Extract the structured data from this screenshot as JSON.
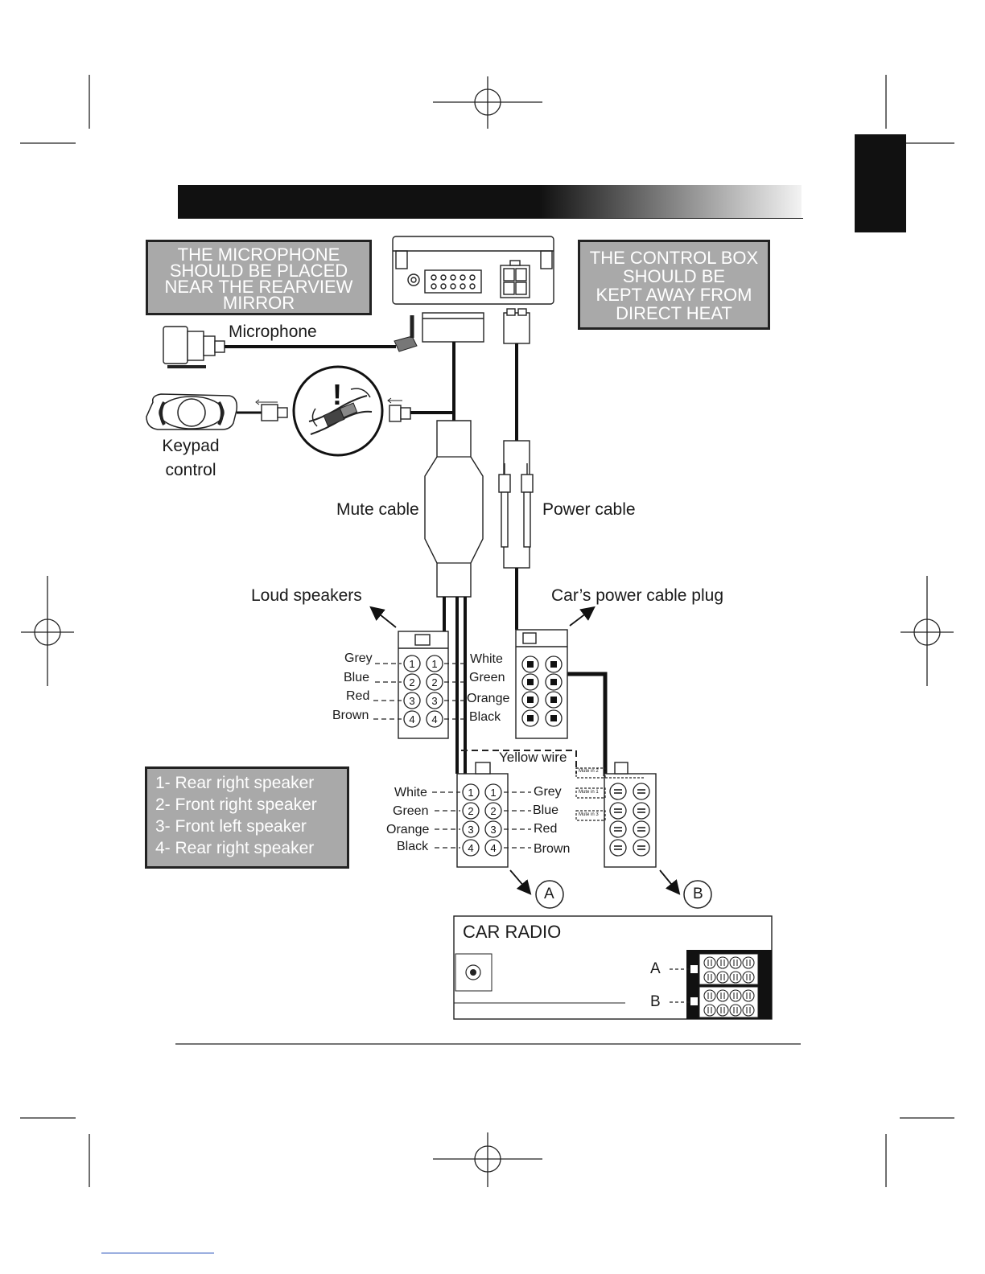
{
  "notes": {
    "microphone_note": [
      "THE MICROPHONE",
      "SHOULD BE PLACED",
      "NEAR THE REARVIEW",
      "MIRROR"
    ],
    "control_box_note": [
      "THE CONTROL BOX",
      "SHOULD BE",
      "KEPT AWAY FROM",
      "DIRECT HEAT"
    ],
    "speaker_legend": [
      "1- Rear right speaker",
      "2- Front right speaker",
      "3- Front left speaker",
      "4- Rear right speaker"
    ]
  },
  "labels": {
    "microphone": "Microphone",
    "keypad_line1": "Keypad",
    "keypad_line2": "control",
    "mute_cable": "Mute cable",
    "power_cable": "Power cable",
    "loud_speakers": "Loud speakers",
    "power_plug": "Car’s power cable plug",
    "yellow_wire": "Yellow wire",
    "car_radio": "CAR RADIO",
    "mark_a": "A",
    "mark_b": "B",
    "exclamation": "!"
  },
  "upper_connector": {
    "left_wires": [
      "Grey",
      "Blue",
      "Red",
      "Brown"
    ],
    "right_wires": [
      "White",
      "Green",
      "Orange",
      "Black"
    ]
  },
  "lower_connector": {
    "left_wires": [
      "White",
      "Green",
      "Orange",
      "Black"
    ],
    "right_wires": [
      "Grey",
      "Blue",
      "Red",
      "Brown"
    ]
  },
  "pin_numbers": [
    "1",
    "2",
    "3",
    "4"
  ],
  "mute_inputs": [
    "Mute in 2",
    "Mute in 1",
    "Mute in 3"
  ]
}
